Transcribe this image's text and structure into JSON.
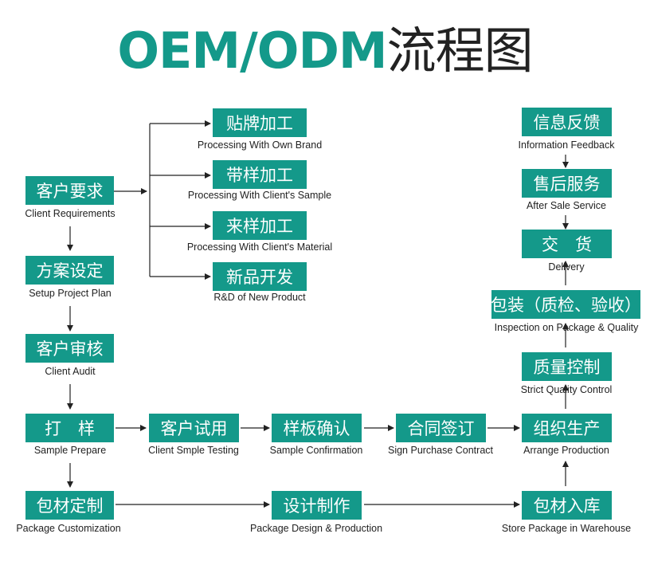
{
  "title": {
    "latin": "OEM/ODM",
    "cjk": "流程图"
  },
  "nodes": {
    "oem_brand": {
      "label": "贴牌加工",
      "caption": "Processing With Own Brand"
    },
    "client_sample": {
      "label": "带样加工",
      "caption": "Processing With Client's Sample"
    },
    "client_material": {
      "label": "来样加工",
      "caption": "Processing With Client's Material"
    },
    "new_product": {
      "label": "新品开发",
      "caption": "R&D of New Product"
    },
    "client_req": {
      "label": "客户要求",
      "caption": "Client Requirements"
    },
    "project_plan": {
      "label": "方案设定",
      "caption": "Setup Project Plan"
    },
    "client_audit": {
      "label": "客户审核",
      "caption": "Client Audit"
    },
    "sample_prepare": {
      "label": "打　样",
      "caption": "Sample Prepare"
    },
    "sample_testing": {
      "label": "客户试用",
      "caption": "Client Smple Testing"
    },
    "sample_confirm": {
      "label": "样板确认",
      "caption": "Sample Confirmation"
    },
    "sign_contract": {
      "label": "合同签订",
      "caption": "Sign Purchase Contract"
    },
    "arrange_prod": {
      "label": "组织生产",
      "caption": "Arrange Production"
    },
    "pkg_custom": {
      "label": "包材定制",
      "caption": "Package Customization"
    },
    "pkg_design": {
      "label": "设计制作",
      "caption": "Package Design & Production"
    },
    "pkg_store": {
      "label": "包材入库",
      "caption": "Store Package in Warehouse"
    },
    "quality_control": {
      "label": "质量控制",
      "caption": "Strict Quality Control"
    },
    "inspection": {
      "label": "包装（质检、验收）",
      "caption": "Inspection on Package & Quality"
    },
    "delivery": {
      "label": "交　货",
      "caption": "Delivery"
    },
    "after_sale": {
      "label": "售后服务",
      "caption": "After Sale Service"
    },
    "feedback": {
      "label": "信息反馈",
      "caption": "Information Feedback"
    }
  },
  "colors": {
    "accent": "#14998a",
    "text": "#222222",
    "arrow": "#222222"
  }
}
